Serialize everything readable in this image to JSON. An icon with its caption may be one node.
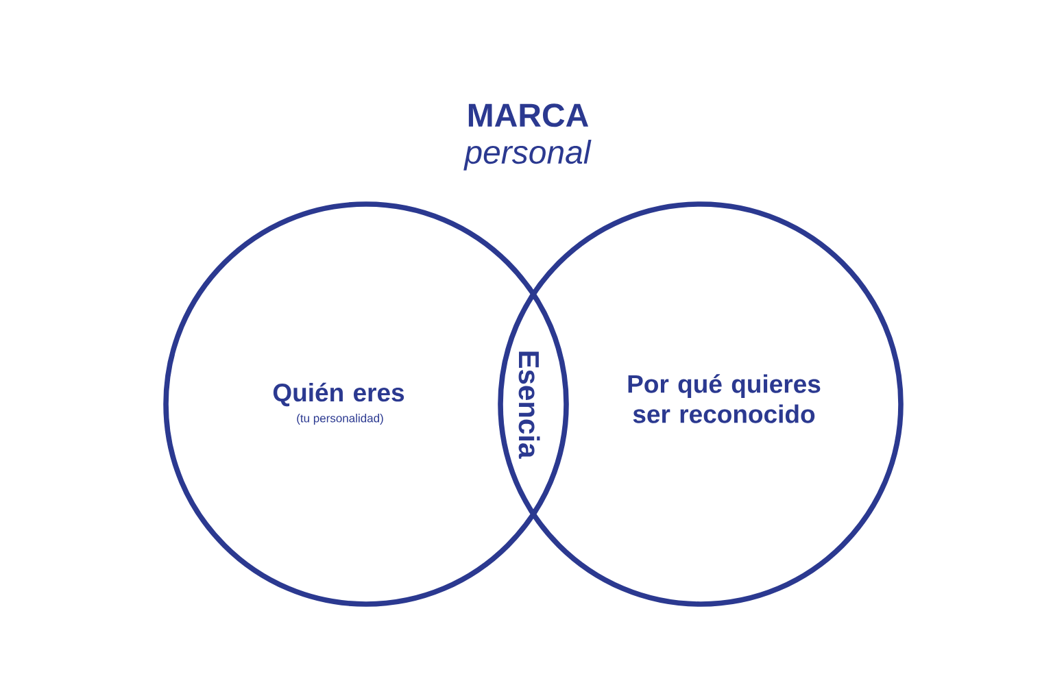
{
  "diagram": {
    "title": "**MARCA** *personal*",
    "nodes": [
      {
        "text": [
          "Quién eres",
          "(tu personalidad)"
        ]
      },
      {
        "text": [
          "Esencia"
        ]
      },
      {
        "text": [
          "Por qué quieres ser reconocido"
        ]
      }
    ]
  }
}
